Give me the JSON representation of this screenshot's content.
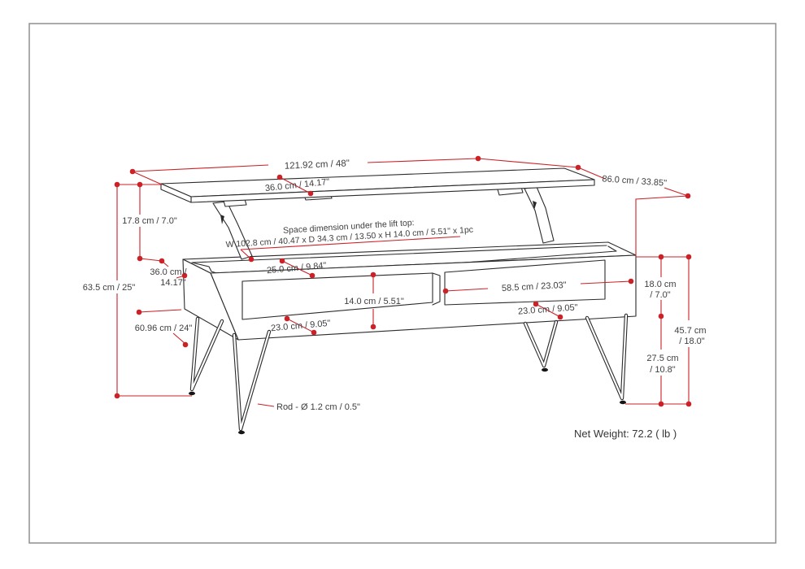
{
  "colors": {
    "dimension_red": "#cb2127",
    "drawing_line": "#2b2b2b",
    "label_gray": "#3e3e3e",
    "page_border": "#8d9091"
  },
  "diagram": {
    "product": "lift-top coffee table with hairpin legs",
    "net_weight": "Net Weight: 72.2 ( lb )",
    "rod": "Rod - Ø 1.2 cm / 0.5\"",
    "space_note_title": "Space dimension under the lift top:",
    "space_note_detail": "W 102.8 cm / 40.47 x D 34.3 cm / 13.50 x H 14.0 cm / 5.51\" x 1pc",
    "dims": {
      "top_width": "121.92 cm / 48\"",
      "top_depth": "36.0 cm / 14.17\"",
      "overall_depth": "86.0 cm / 33.85\"",
      "lift_clearance": "17.8 cm / 7.0\"",
      "overall_height": "63.5 cm / 25\"",
      "notch_depth_line1": "36.0 cm /",
      "notch_depth_line2": "14.17\"",
      "top_recess_depth": "25.0 cm / 9.84\"",
      "shelf_opening_height": "14.0 cm / 5.51\"",
      "right_shelf_width": "58.5 cm / 23.03\"",
      "left_shelf_depth": "23.0 cm / 9.05\"",
      "right_shelf_depth": "23.0 cm / 9.05\"",
      "base_depth": "60.96 cm / 24\"",
      "opening_height_line1": "18.0 cm",
      "opening_height_line2": "/ 7.0\"",
      "body_height_line1": "45.7 cm",
      "body_height_line2": "/ 18.0\"",
      "leg_clearance_line1": "27.5 cm",
      "leg_clearance_line2": "/ 10.8\""
    }
  }
}
